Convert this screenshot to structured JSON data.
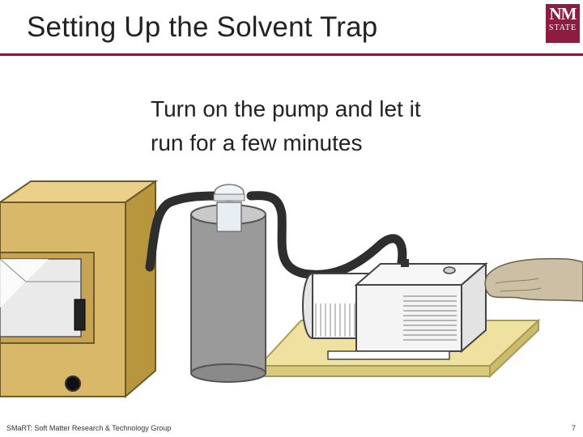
{
  "slide": {
    "title": "Setting Up the Solvent Trap",
    "body_lines": [
      "Turn on the pump and let it",
      "run for a few minutes"
    ]
  },
  "logo": {
    "line1": "NM",
    "line2": "STATE",
    "color": "#8c1d40"
  },
  "footer": {
    "left": "SMaRT: Soft Matter Research & Technology Group",
    "page_number": "7"
  },
  "illustration": {
    "items": [
      "oven",
      "solvent-trap-dewar",
      "vacuum-hose",
      "vacuum-pump",
      "pump-tray",
      "hand"
    ],
    "colors": {
      "oven": "#d9b86a",
      "tray": "#e8d98a",
      "pump": "#f4f4f4",
      "dewar": "#9a9a9a",
      "hose": "#333333",
      "accent": "#7a1c34"
    }
  }
}
